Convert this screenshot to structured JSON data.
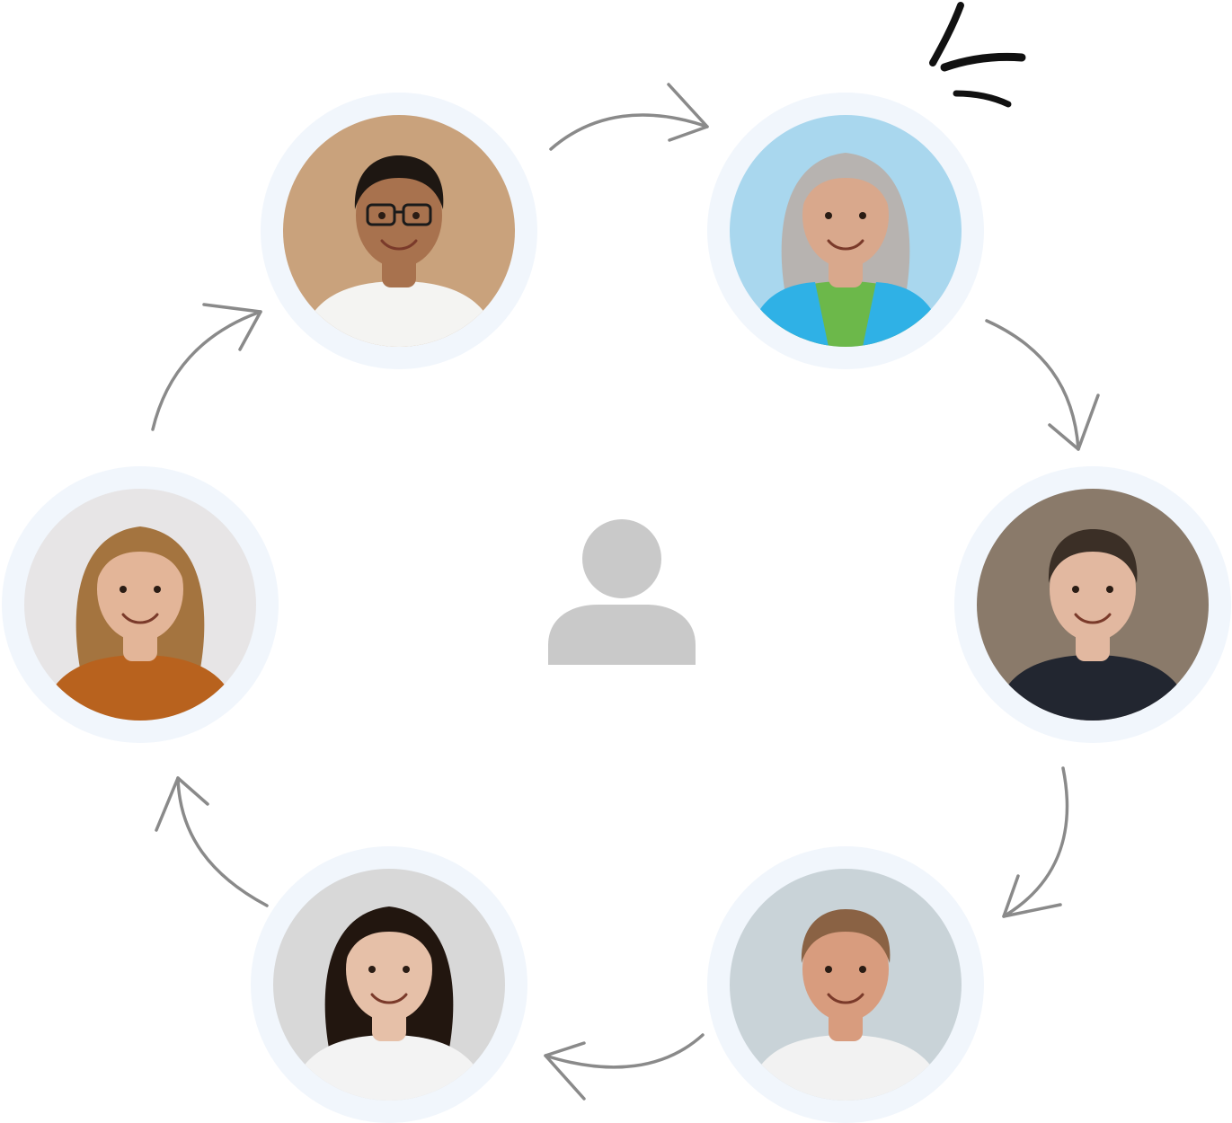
{
  "diagram": {
    "center": {
      "icon": "user-silhouette-icon",
      "color": "#c9c9c9"
    },
    "ring_color": "#f1f6fc",
    "arrow_color": "#8a8a8a",
    "spark_color": "#111111",
    "spark_icon": "sparkle-accent-icon",
    "flow_direction": "clockwise",
    "avatars": [
      {
        "id": "top-left",
        "description_icon": "man-with-glasses-portrait",
        "bg": "#c9a27c",
        "skin": "#a8724e",
        "hair": "#1e1712",
        "shirt": "#f4f4f2",
        "glasses": true
      },
      {
        "id": "top-right",
        "description_icon": "woman-gray-hair-portrait",
        "bg": "#a9d7ee",
        "skin": "#d9a88c",
        "hair": "#b7b3b0",
        "shirt": "#6cb84a",
        "jacket": "#2fb1e6"
      },
      {
        "id": "right",
        "description_icon": "young-man-portrait",
        "bg": "#8a7a6a",
        "skin": "#e2b8a0",
        "hair": "#3b2f26",
        "shirt": "#222630"
      },
      {
        "id": "bottom-right",
        "description_icon": "smiling-man-portrait",
        "bg": "#c9d3d8",
        "skin": "#d89c7e",
        "hair": "#8a6244",
        "shirt": "#f2f2f2"
      },
      {
        "id": "bottom-left",
        "description_icon": "smiling-woman-dark-hair-portrait",
        "bg": "#d8d8d8",
        "skin": "#e6c0a8",
        "hair": "#22160f",
        "shirt": "#f3f3f3"
      },
      {
        "id": "left",
        "description_icon": "woman-blonde-hair-portrait",
        "bg": "#e7e5e6",
        "skin": "#e3b598",
        "hair": "#a4743f",
        "shirt": "#b8621e"
      }
    ]
  }
}
